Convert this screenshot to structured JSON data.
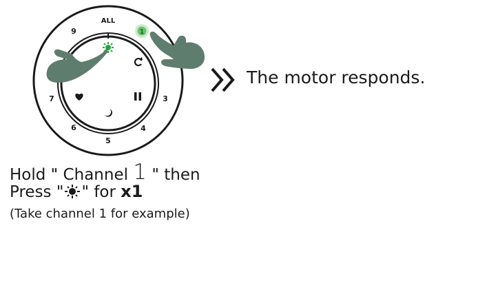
{
  "remote": {
    "top_label": "ALL",
    "channels": {
      "ch1": "1",
      "ch3": "3",
      "ch4": "4",
      "ch5": "5",
      "ch6": "6",
      "ch7": "7",
      "ch9": "9"
    },
    "highlight_color": "#1fa83a",
    "hand_color": "#5f7d6e",
    "icons": [
      "sun-icon",
      "refresh-icon",
      "pause-icon",
      "moon-icon",
      "heart-icon"
    ]
  },
  "result_text": "The motor responds.",
  "instruction": {
    "hold": "Hold \" Channel ",
    "channel_num": "1",
    "then": " \" then",
    "press": "Press \"",
    "press_end": "\" for ",
    "times": "x1"
  },
  "note": "(Take channel 1 for example)"
}
